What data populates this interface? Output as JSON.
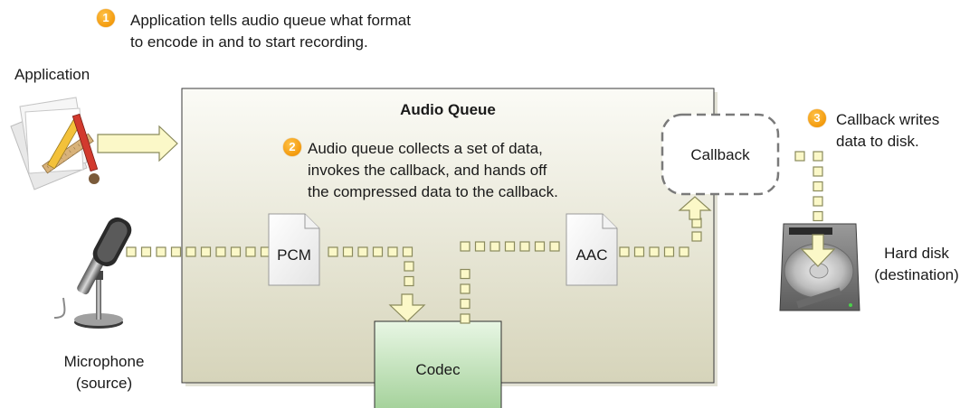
{
  "steps": {
    "one": {
      "number": "1",
      "line1": "Application tells audio queue what format",
      "line2": "to encode in and to start recording."
    },
    "two": {
      "number": "2",
      "line1": "Audio queue collects a set of data,",
      "line2": "invokes the callback, and hands off",
      "line3": "the compressed data to the callback."
    },
    "three": {
      "number": "3",
      "line1": "Callback writes",
      "line2": "data to disk."
    }
  },
  "labels": {
    "application": "Application",
    "audio_queue": "Audio Queue",
    "callback": "Callback",
    "codec": "Codec",
    "pcm": "PCM",
    "aac": "AAC",
    "microphone_line1": "Microphone",
    "microphone_line2": "(source)",
    "hard_disk_line1": "Hard disk",
    "hard_disk_line2": "(destination)"
  },
  "icons": {
    "application": "application-icon",
    "microphone": "microphone-icon",
    "hard_disk": "hard-disk-icon",
    "document": "document-icon"
  },
  "colors": {
    "step_badge": "#f39a0c",
    "arrow_fill": "#fbf8c8",
    "arrow_stroke": "#8a8a5c",
    "queue_fill_top": "#fbfbf5",
    "queue_fill_bottom": "#d8d6bd",
    "codec_fill_top": "#e3f3df",
    "codec_fill_bottom": "#a6d39c"
  }
}
